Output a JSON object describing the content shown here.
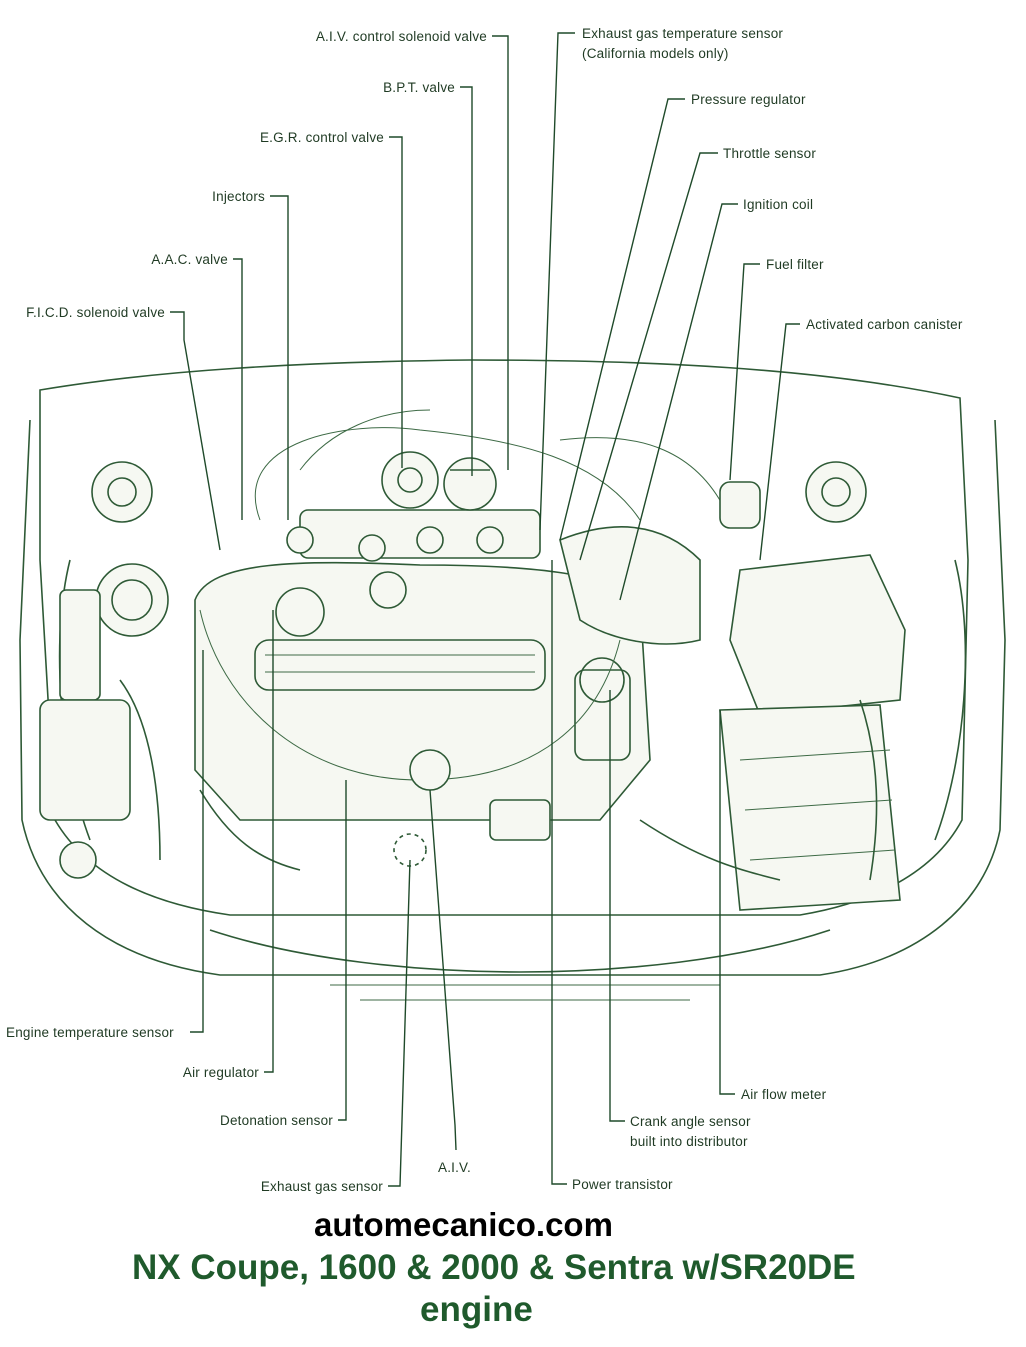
{
  "labels": {
    "aiv_control_solenoid_valve": "A.I.V. control solenoid valve",
    "bpt_valve": "B.P.T. valve",
    "egr_control_valve": "E.G.R. control valve",
    "injectors": "Injectors",
    "aac_valve": "A.A.C. valve",
    "ficd_solenoid_valve": "F.I.C.D. solenoid valve",
    "exhaust_gas_temperature_sensor": "Exhaust gas temperature sensor",
    "california_models_only": "(California models only)",
    "pressure_regulator": "Pressure regulator",
    "throttle_sensor": "Throttle sensor",
    "ignition_coil": "Ignition coil",
    "fuel_filter": "Fuel filter",
    "activated_carbon_canister": "Activated carbon canister",
    "engine_temperature_sensor": "Engine temperature sensor",
    "air_regulator": "Air regulator",
    "detonation_sensor": "Detonation sensor",
    "exhaust_gas_sensor": "Exhaust gas sensor",
    "aiv": "A.I.V.",
    "power_transistor": "Power transistor",
    "crank_angle_sensor": "Crank angle sensor",
    "built_into_distributor": "built into distributor",
    "air_flow_meter": "Air flow meter"
  },
  "website": "automecanico.com",
  "title": {
    "line1": "NX Coupe, 1600 & 2000 & Sentra w/SR20DE",
    "line2": "engine"
  },
  "colors": {
    "ink": "#1f4a2a",
    "title": "#1f5a2c",
    "background": "#ffffff"
  }
}
